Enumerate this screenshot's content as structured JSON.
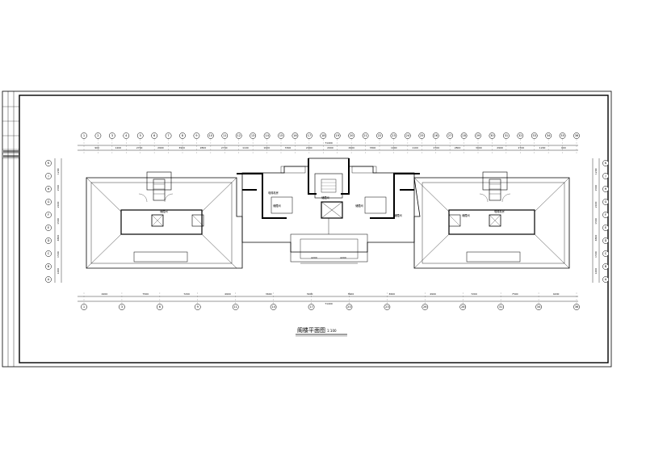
{
  "drawing": {
    "title": "阁楼平面图",
    "scale": "1:100",
    "title_block_lines": [
      "",
      ""
    ],
    "axis_labels_top": [
      "1",
      "2",
      "3",
      "4",
      "5",
      "6",
      "7",
      "8",
      "9",
      "10",
      "11",
      "12",
      "13",
      "14",
      "15",
      "16",
      "17",
      "18",
      "19",
      "20",
      "21",
      "22",
      "23",
      "24",
      "25",
      "26",
      "27",
      "28",
      "29",
      "30",
      "31",
      "32",
      "33",
      "34",
      "35",
      "36"
    ],
    "axis_labels_bottom": [
      "1",
      "3",
      "6",
      "9",
      "11",
      "14",
      "17",
      "20",
      "23",
      "26",
      "28",
      "31",
      "34",
      "36"
    ],
    "axis_labels_left": [
      "A",
      "B",
      "C",
      "D",
      "E",
      "F",
      "G",
      "H",
      "J",
      "K"
    ],
    "axis_labels_right": [
      "A",
      "B",
      "C",
      "D",
      "E",
      "F",
      "G",
      "H",
      "J",
      "K"
    ],
    "dims_top": [
      "900",
      "1200",
      "2700",
      "2900",
      "3900",
      "2800",
      "2700",
      "1100",
      "1900",
      "3300",
      "2900",
      "2000",
      "2900",
      "3300",
      "1900",
      "1100",
      "2700",
      "2800",
      "3900",
      "2900",
      "2700",
      "1200",
      "900"
    ],
    "dims_bottom": [
      "4200",
      "7500",
      "7200",
      "4900",
      "3600",
      "3900",
      "3900",
      "3600",
      "4900",
      "7200",
      "7500",
      "4200"
    ],
    "dims_center": [
      "4200",
      "4200"
    ],
    "overall_dim": "71400",
    "side_dims": [
      "1200",
      "1500",
      "2100",
      "1500",
      "4800",
      "1500",
      "1200"
    ],
    "room_labels": [
      "储藏间",
      "电梯机房",
      "储藏间",
      "储藏间",
      "储藏间",
      "储藏间",
      "电梯机房",
      "储藏间"
    ]
  }
}
